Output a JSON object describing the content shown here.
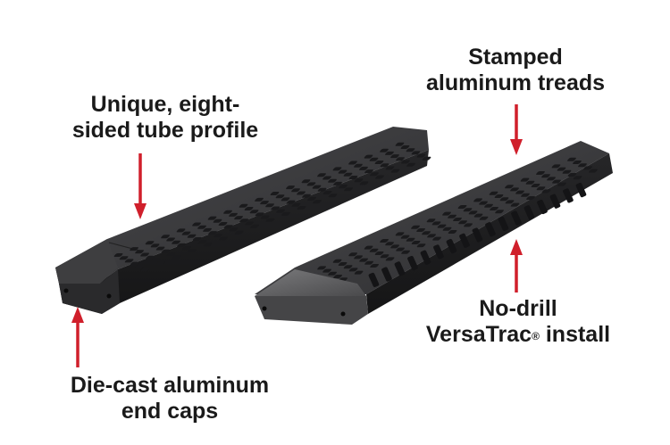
{
  "labels": {
    "tube_profile": {
      "line1": "Unique, eight-",
      "line2": "sided tube profile"
    },
    "treads": {
      "line1": "Stamped",
      "line2": "aluminum treads"
    },
    "end_caps": {
      "line1": "Die-cast aluminum",
      "line2": "end caps"
    },
    "install": {
      "line1": "No-drill",
      "line2_main": "VersaTrac",
      "line2_reg": "®",
      "line2_rest": " install"
    }
  },
  "colors": {
    "arrow": "#d01f2b",
    "step_top": "#3a3a3c",
    "step_side": "#1c1c1e",
    "end_cap": "#5a5a5c",
    "tread_hole": "#141416"
  }
}
